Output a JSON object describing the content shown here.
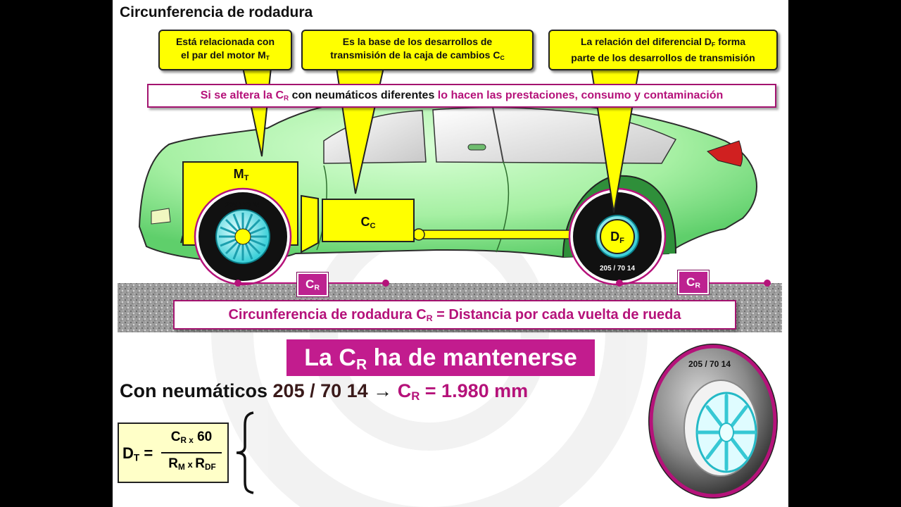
{
  "title": "Circunferencia de rodadura",
  "callouts": {
    "engine": {
      "line1": "Está relacionada con",
      "line2": "el par del motor M",
      "sub": "T"
    },
    "gearbox": {
      "line1": "Es la base de los desarrollos de",
      "line2": "transmisión de la caja de cambios C",
      "sub": "C"
    },
    "differential": {
      "line1a": "La relación del diferencial D",
      "sub": "F",
      "line1b": " forma",
      "line2": "parte de los desarrollos de transmisión"
    }
  },
  "warning": {
    "part1": "Si se altera la C",
    "sub": "R",
    "part2": " con neumáticos diferentes",
    "part3": " lo hacen las prestaciones, consumo y contaminación"
  },
  "labels": {
    "engine_box": {
      "main": "M",
      "sub": "T"
    },
    "gearbox_box": {
      "main": "C",
      "sub": "C"
    },
    "differential": {
      "main": "D",
      "sub": "F"
    },
    "tyre_size": "205 / 70 14",
    "cr_tag": {
      "main": "C",
      "sub": "R"
    }
  },
  "definition": {
    "part1": "Circunferencia de rodadura C",
    "sub": "R",
    "part2": " = Distancia por cada vuelta de rueda"
  },
  "banner": {
    "part1": "La C",
    "sub": "R",
    "part2": " ha de mantenerse"
  },
  "tyre_line": {
    "part1": "Con neumáticos ",
    "size": "205 / 70 14",
    "arrow": "→",
    "part2": "C",
    "sub": "R",
    "part3": " = 1.980 mm"
  },
  "formula": {
    "lhs": "D",
    "lhs_sub": "T",
    "eq": "=",
    "num": "C",
    "num_sub": "R x",
    "num_val": " 60",
    "den1": "R",
    "den1_sub": "M",
    "den_x": " x ",
    "den2": "R",
    "den2_sub": "DF"
  },
  "colors": {
    "magenta": "#b5127a",
    "yellow": "#ffff00",
    "car_green": "#9aee9a",
    "wheel_cyan": "#3fe3ea"
  }
}
